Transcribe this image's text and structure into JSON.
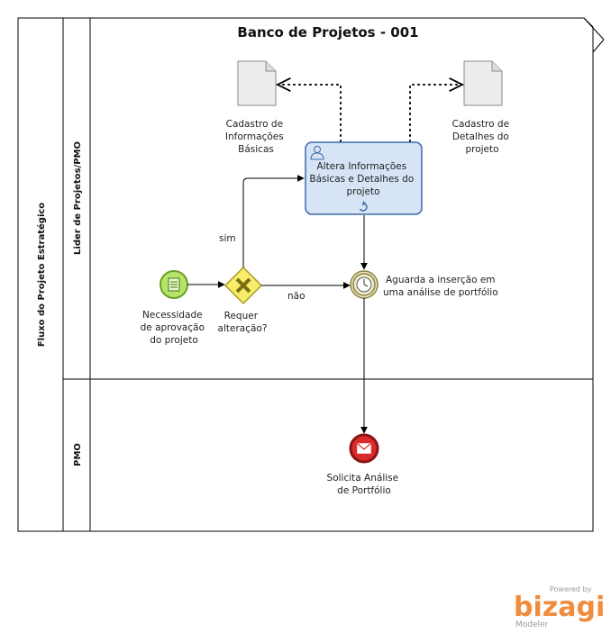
{
  "diagram": {
    "title": "Banco de Projetos - 001",
    "pool_label": "Fluxo do Projeto Estratégico",
    "lanes": [
      {
        "label": "Lider de Projetos/PMO"
      },
      {
        "label": "PMO"
      }
    ],
    "start_event": {
      "lines": [
        "Necessidade",
        "de aprovação",
        "do projeto"
      ]
    },
    "gateway": {
      "lines": [
        "Requer",
        "alteração?"
      ]
    },
    "task": {
      "lines": [
        "Altera Informações",
        "Básicas e Detalhes do",
        "projeto"
      ]
    },
    "timer_event": {
      "lines": [
        "Aguarda a inserção em",
        "uma análise de portfólio"
      ]
    },
    "end_event": {
      "lines": [
        "Solicita Análise",
        "de Portfólio"
      ]
    },
    "data_objects": [
      {
        "lines": [
          "Cadastro de",
          "Informações",
          "Básicas"
        ]
      },
      {
        "lines": [
          "Cadastro de",
          "Detalhes do",
          "projeto"
        ]
      }
    ],
    "flows": {
      "yes": "sim",
      "no": "não"
    }
  },
  "branding": {
    "powered_by": "Powered by",
    "name": "bizagi",
    "product": "Modeler"
  },
  "colors": {
    "start_fill": "#b7e36a",
    "start_stroke": "#6aa021",
    "gateway_fill": "#f7ec6b",
    "gateway_stroke": "#a99b1f",
    "task_fill": "#d6e4f6",
    "task_stroke": "#3c6aa8",
    "end_fill": "#d92b2b",
    "end_stroke": "#8b1414",
    "timer_stroke": "#8c8344",
    "brand_orange": "#f08c3c",
    "brand_gold": "#f2b705"
  }
}
